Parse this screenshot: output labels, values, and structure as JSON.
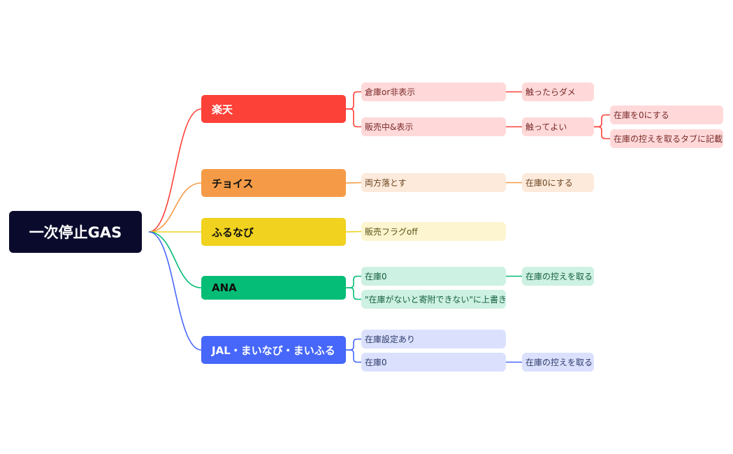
{
  "root": {
    "label": "一次停止GAS",
    "color": "#0a0b2c"
  },
  "branches": [
    {
      "label": "楽天",
      "color": "#fc4139",
      "text_color": "#ffffff",
      "light": "#ffd9d9",
      "child_text": "#7a2a2a",
      "children": [
        {
          "label": "倉庫or非表示",
          "children": [
            {
              "label": "触ったらダメ",
              "children": []
            }
          ]
        },
        {
          "label": "販売中&表示",
          "children": [
            {
              "label": "触ってよい",
              "children": [
                {
                  "label": "在庫を0にする"
                },
                {
                  "label": "在庫の控えを取るタブに記載"
                }
              ]
            }
          ]
        }
      ]
    },
    {
      "label": "チョイス",
      "color": "#f59b48",
      "text_color": "#111111",
      "light": "#fdeadb",
      "child_text": "#6b4420",
      "children": [
        {
          "label": "両方落とす",
          "children": [
            {
              "label": "在庫0にする",
              "children": []
            }
          ]
        }
      ]
    },
    {
      "label": "ふるなび",
      "color": "#f0d21f",
      "text_color": "#111111",
      "light": "#fcf5cf",
      "child_text": "#5e5318",
      "children": [
        {
          "label": "販売フラグoff",
          "children": []
        }
      ]
    },
    {
      "label": "ANA",
      "color": "#05bd76",
      "text_color": "#111111",
      "light": "#cdf1e2",
      "child_text": "#145e40",
      "children": [
        {
          "label": "在庫0",
          "children": [
            {
              "label": "在庫の控えを取る",
              "children": []
            }
          ]
        },
        {
          "label": "\"在庫がないと寄附できない\"に上書き",
          "children": []
        }
      ]
    },
    {
      "label": "JAL・まいなび・まいふる",
      "color": "#4667fa",
      "text_color": "#ffffff",
      "light": "#dbe1fd",
      "child_text": "#2c3a6b",
      "children": [
        {
          "label": "在庫設定あり",
          "children": []
        },
        {
          "label": "在庫0",
          "children": [
            {
              "label": "在庫の控えを取る",
              "children": []
            }
          ]
        }
      ]
    }
  ]
}
